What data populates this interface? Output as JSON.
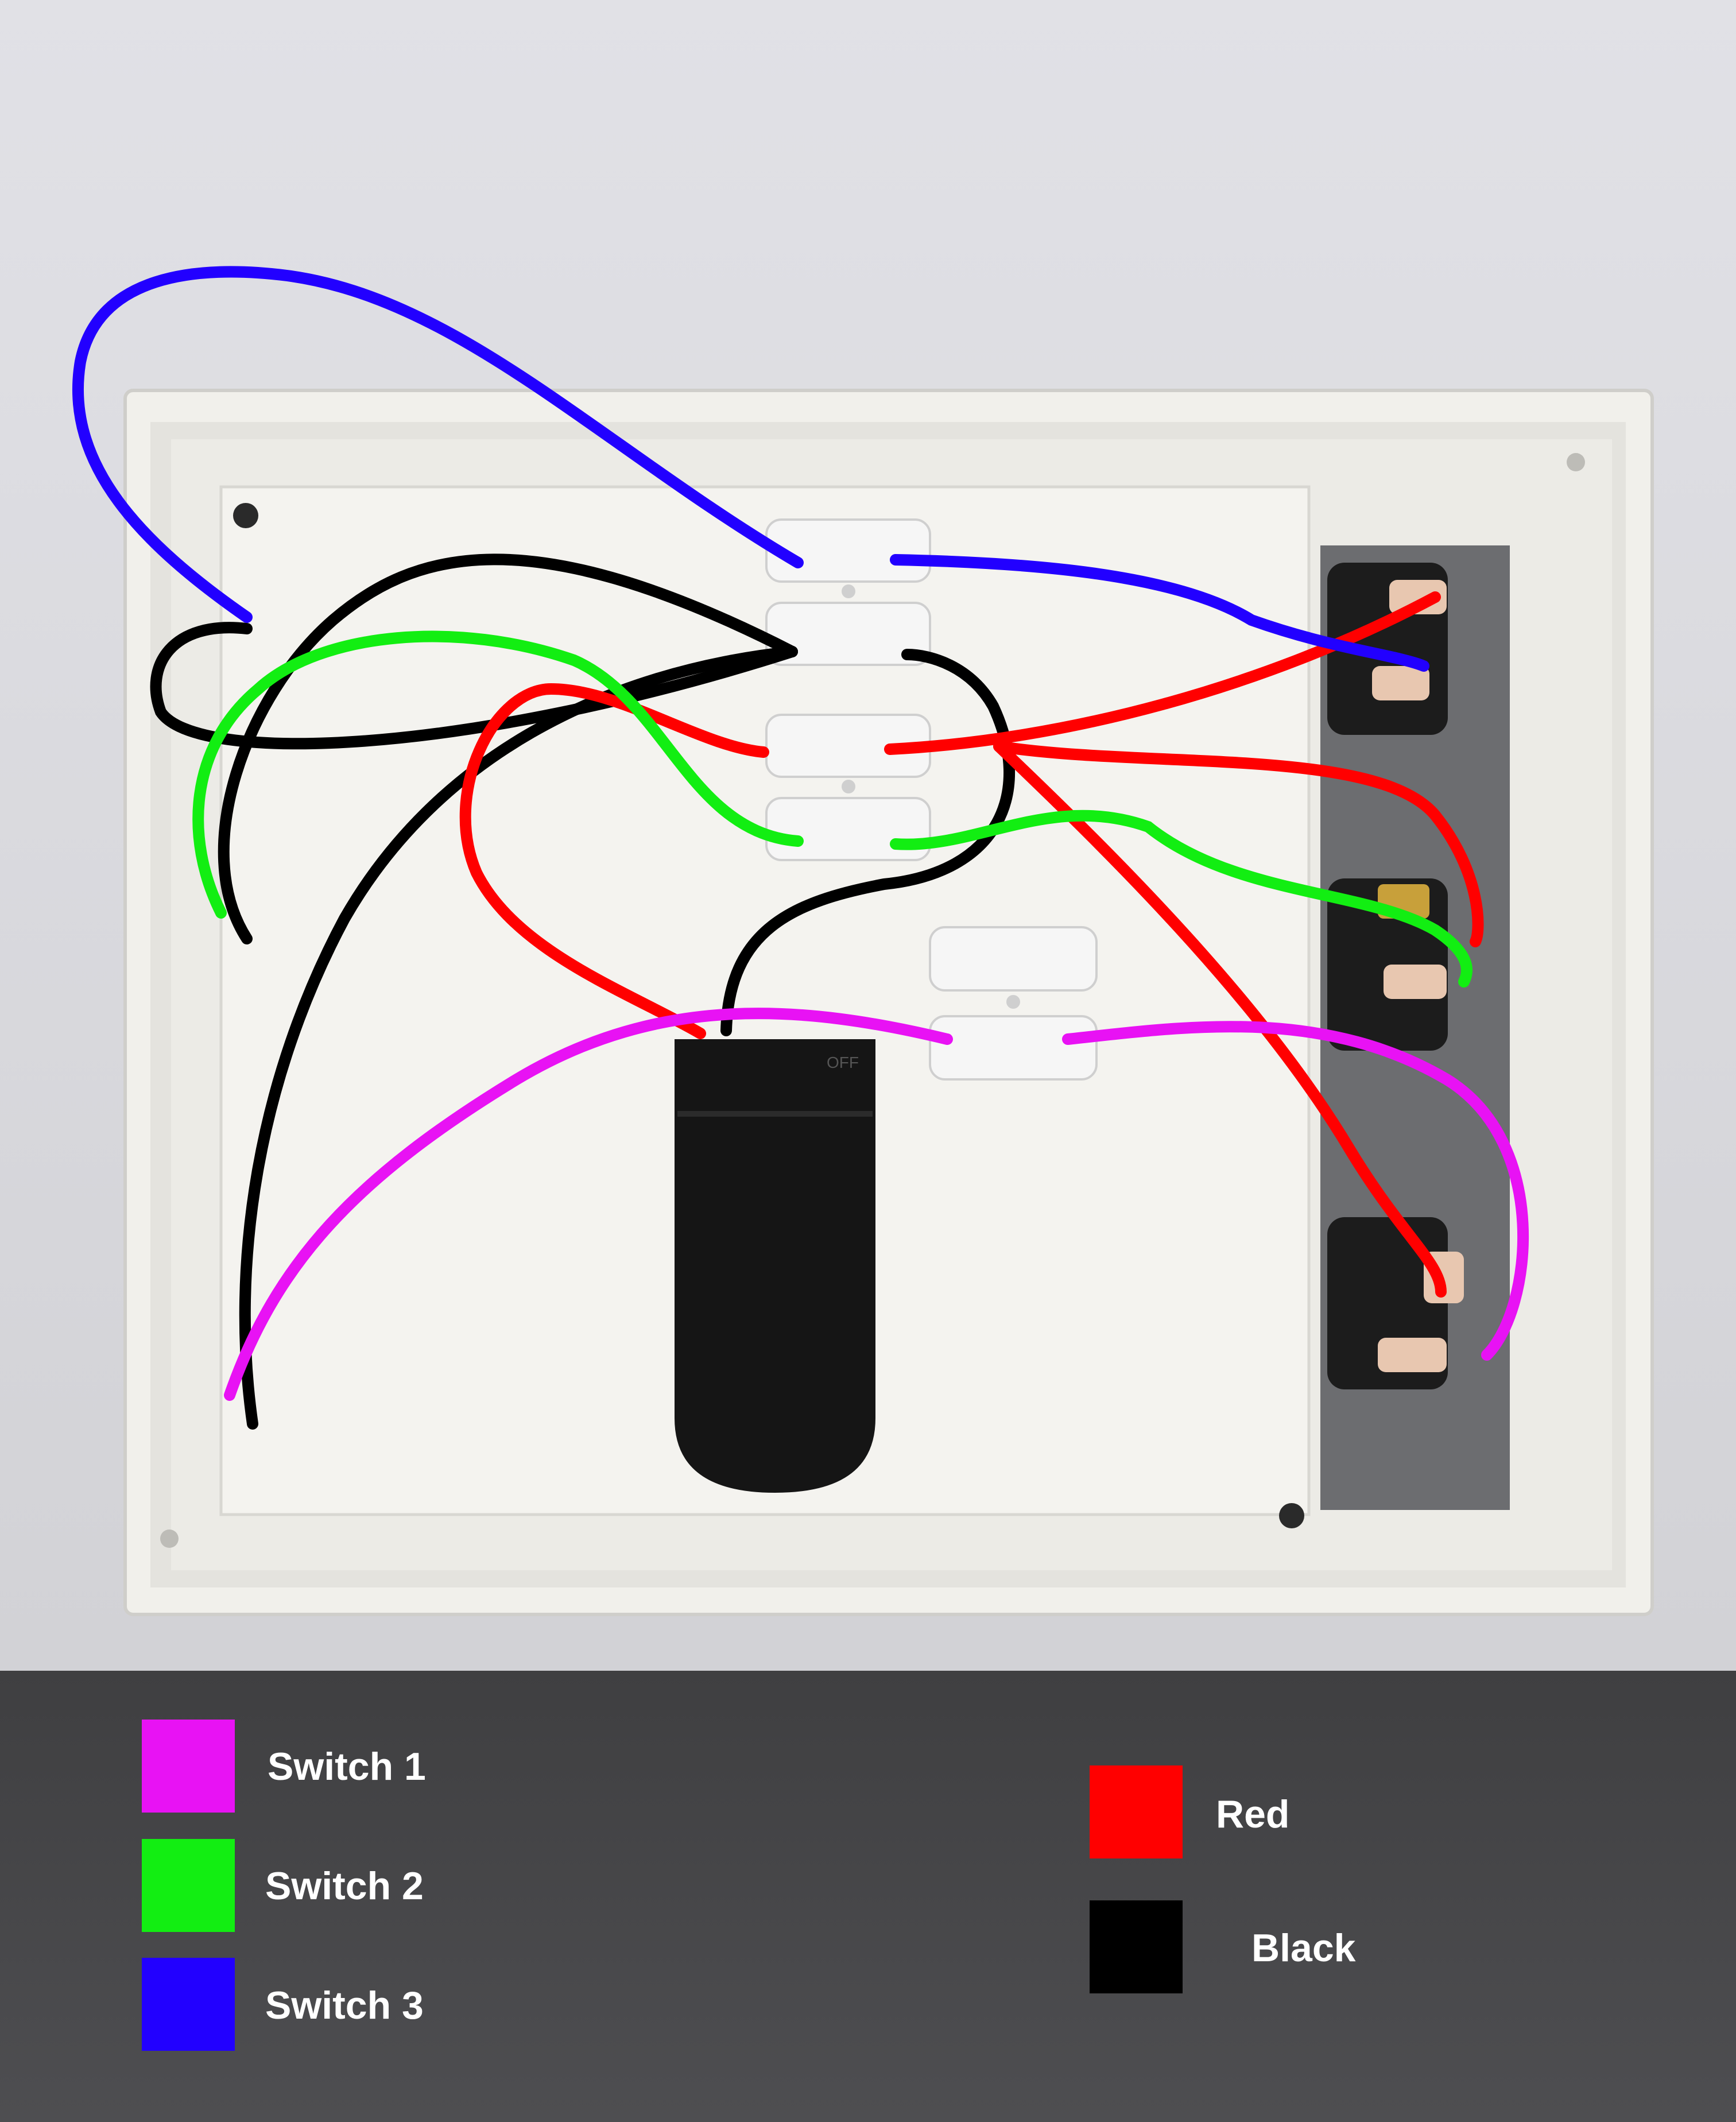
{
  "legend": {
    "items": [
      {
        "label": "Switch 1",
        "color": "#e812f4"
      },
      {
        "label": "Switch 2",
        "color": "#12ee12"
      },
      {
        "label": "Switch 3",
        "color": "#2200ff"
      },
      {
        "label": "Red",
        "color": "#ff0000"
      },
      {
        "label": "Black",
        "color": "#000000"
      }
    ]
  },
  "battery_holder": {
    "switch_label": "OFF"
  },
  "colors": {
    "background": "#d9d9dd",
    "enclosure": "#efeee9",
    "switch_panel": "#6c6d70",
    "legend_band": "#454547"
  }
}
